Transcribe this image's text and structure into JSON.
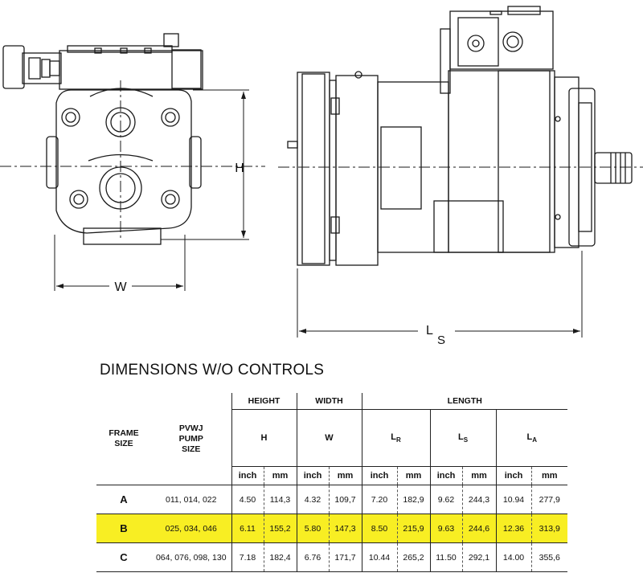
{
  "figure": {
    "height_label": "H",
    "width_label": "W",
    "length_label_main": "L",
    "length_label_sub": "S"
  },
  "heading": "DIMENSIONS W/O CONTROLS",
  "table": {
    "col_frame": [
      "FRAME",
      "SIZE"
    ],
    "col_pump": [
      "PVWJ",
      "PUMP",
      "SIZE"
    ],
    "group_height": "HEIGHT",
    "group_width": "WIDTH",
    "group_length": "LENGTH",
    "sub_h": "H",
    "sub_w": "W",
    "sub_lr": {
      "main": "L",
      "sub": "R"
    },
    "sub_ls": {
      "main": "L",
      "sub": "S"
    },
    "sub_la": {
      "main": "L",
      "sub": "A"
    },
    "unit_inch": "inch",
    "unit_mm": "mm",
    "rows": [
      {
        "frame": "A",
        "pump": "011, 014, 022",
        "h_in": "4.50",
        "h_mm": "114,3",
        "w_in": "4.32",
        "w_mm": "109,7",
        "lr_in": "7.20",
        "lr_mm": "182,9",
        "ls_in": "9.62",
        "ls_mm": "244,3",
        "la_in": "10.94",
        "la_mm": "277,9",
        "highlight": false
      },
      {
        "frame": "B",
        "pump": "025, 034, 046",
        "h_in": "6.11",
        "h_mm": "155,2",
        "w_in": "5.80",
        "w_mm": "147,3",
        "lr_in": "8.50",
        "lr_mm": "215,9",
        "ls_in": "9.63",
        "ls_mm": "244,6",
        "la_in": "12.36",
        "la_mm": "313,9",
        "highlight": true
      },
      {
        "frame": "C",
        "pump": "064, 076, 098, 130",
        "h_in": "7.18",
        "h_mm": "182,4",
        "w_in": "6.76",
        "w_mm": "171,7",
        "lr_in": "10.44",
        "lr_mm": "265,2",
        "ls_in": "11.50",
        "ls_mm": "292,1",
        "la_in": "14.00",
        "la_mm": "355,6",
        "highlight": false
      }
    ]
  },
  "colors": {
    "highlight": "#f8ee23",
    "line": "#222222"
  }
}
